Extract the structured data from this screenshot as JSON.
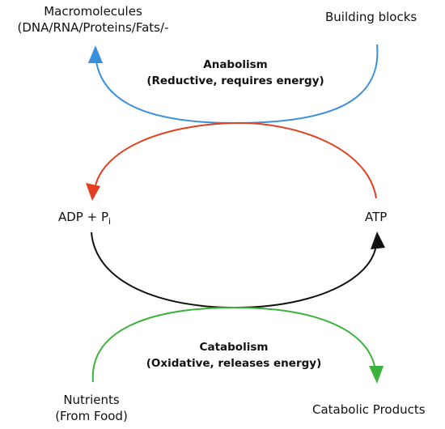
{
  "labels": {
    "macromolecules_line1": "Macromolecules",
    "macromolecules_line2": "(DNA/RNA/Proteins/Fats/-",
    "building_blocks": "Building blocks",
    "anabolism_title": "Anabolism",
    "anabolism_subtitle": "(Reductive, requires energy)",
    "adp_pi": "ADP + P",
    "adp_pi_subscript": "i",
    "atp": "ATP",
    "catabolism_title": "Catabolism",
    "catabolism_subtitle": "(Oxidative, releases energy)",
    "nutrients_line1": "Nutrients",
    "nutrients_line2": "(From Food)",
    "catabolic_products": "Catabolic Products"
  },
  "colors": {
    "anabolism_arrow": "#3a8fdc",
    "energy_to_adp_arrow": "#e2401f",
    "energy_to_atp_arrow": "#111111",
    "catabolism_arrow": "#3bb23a"
  }
}
